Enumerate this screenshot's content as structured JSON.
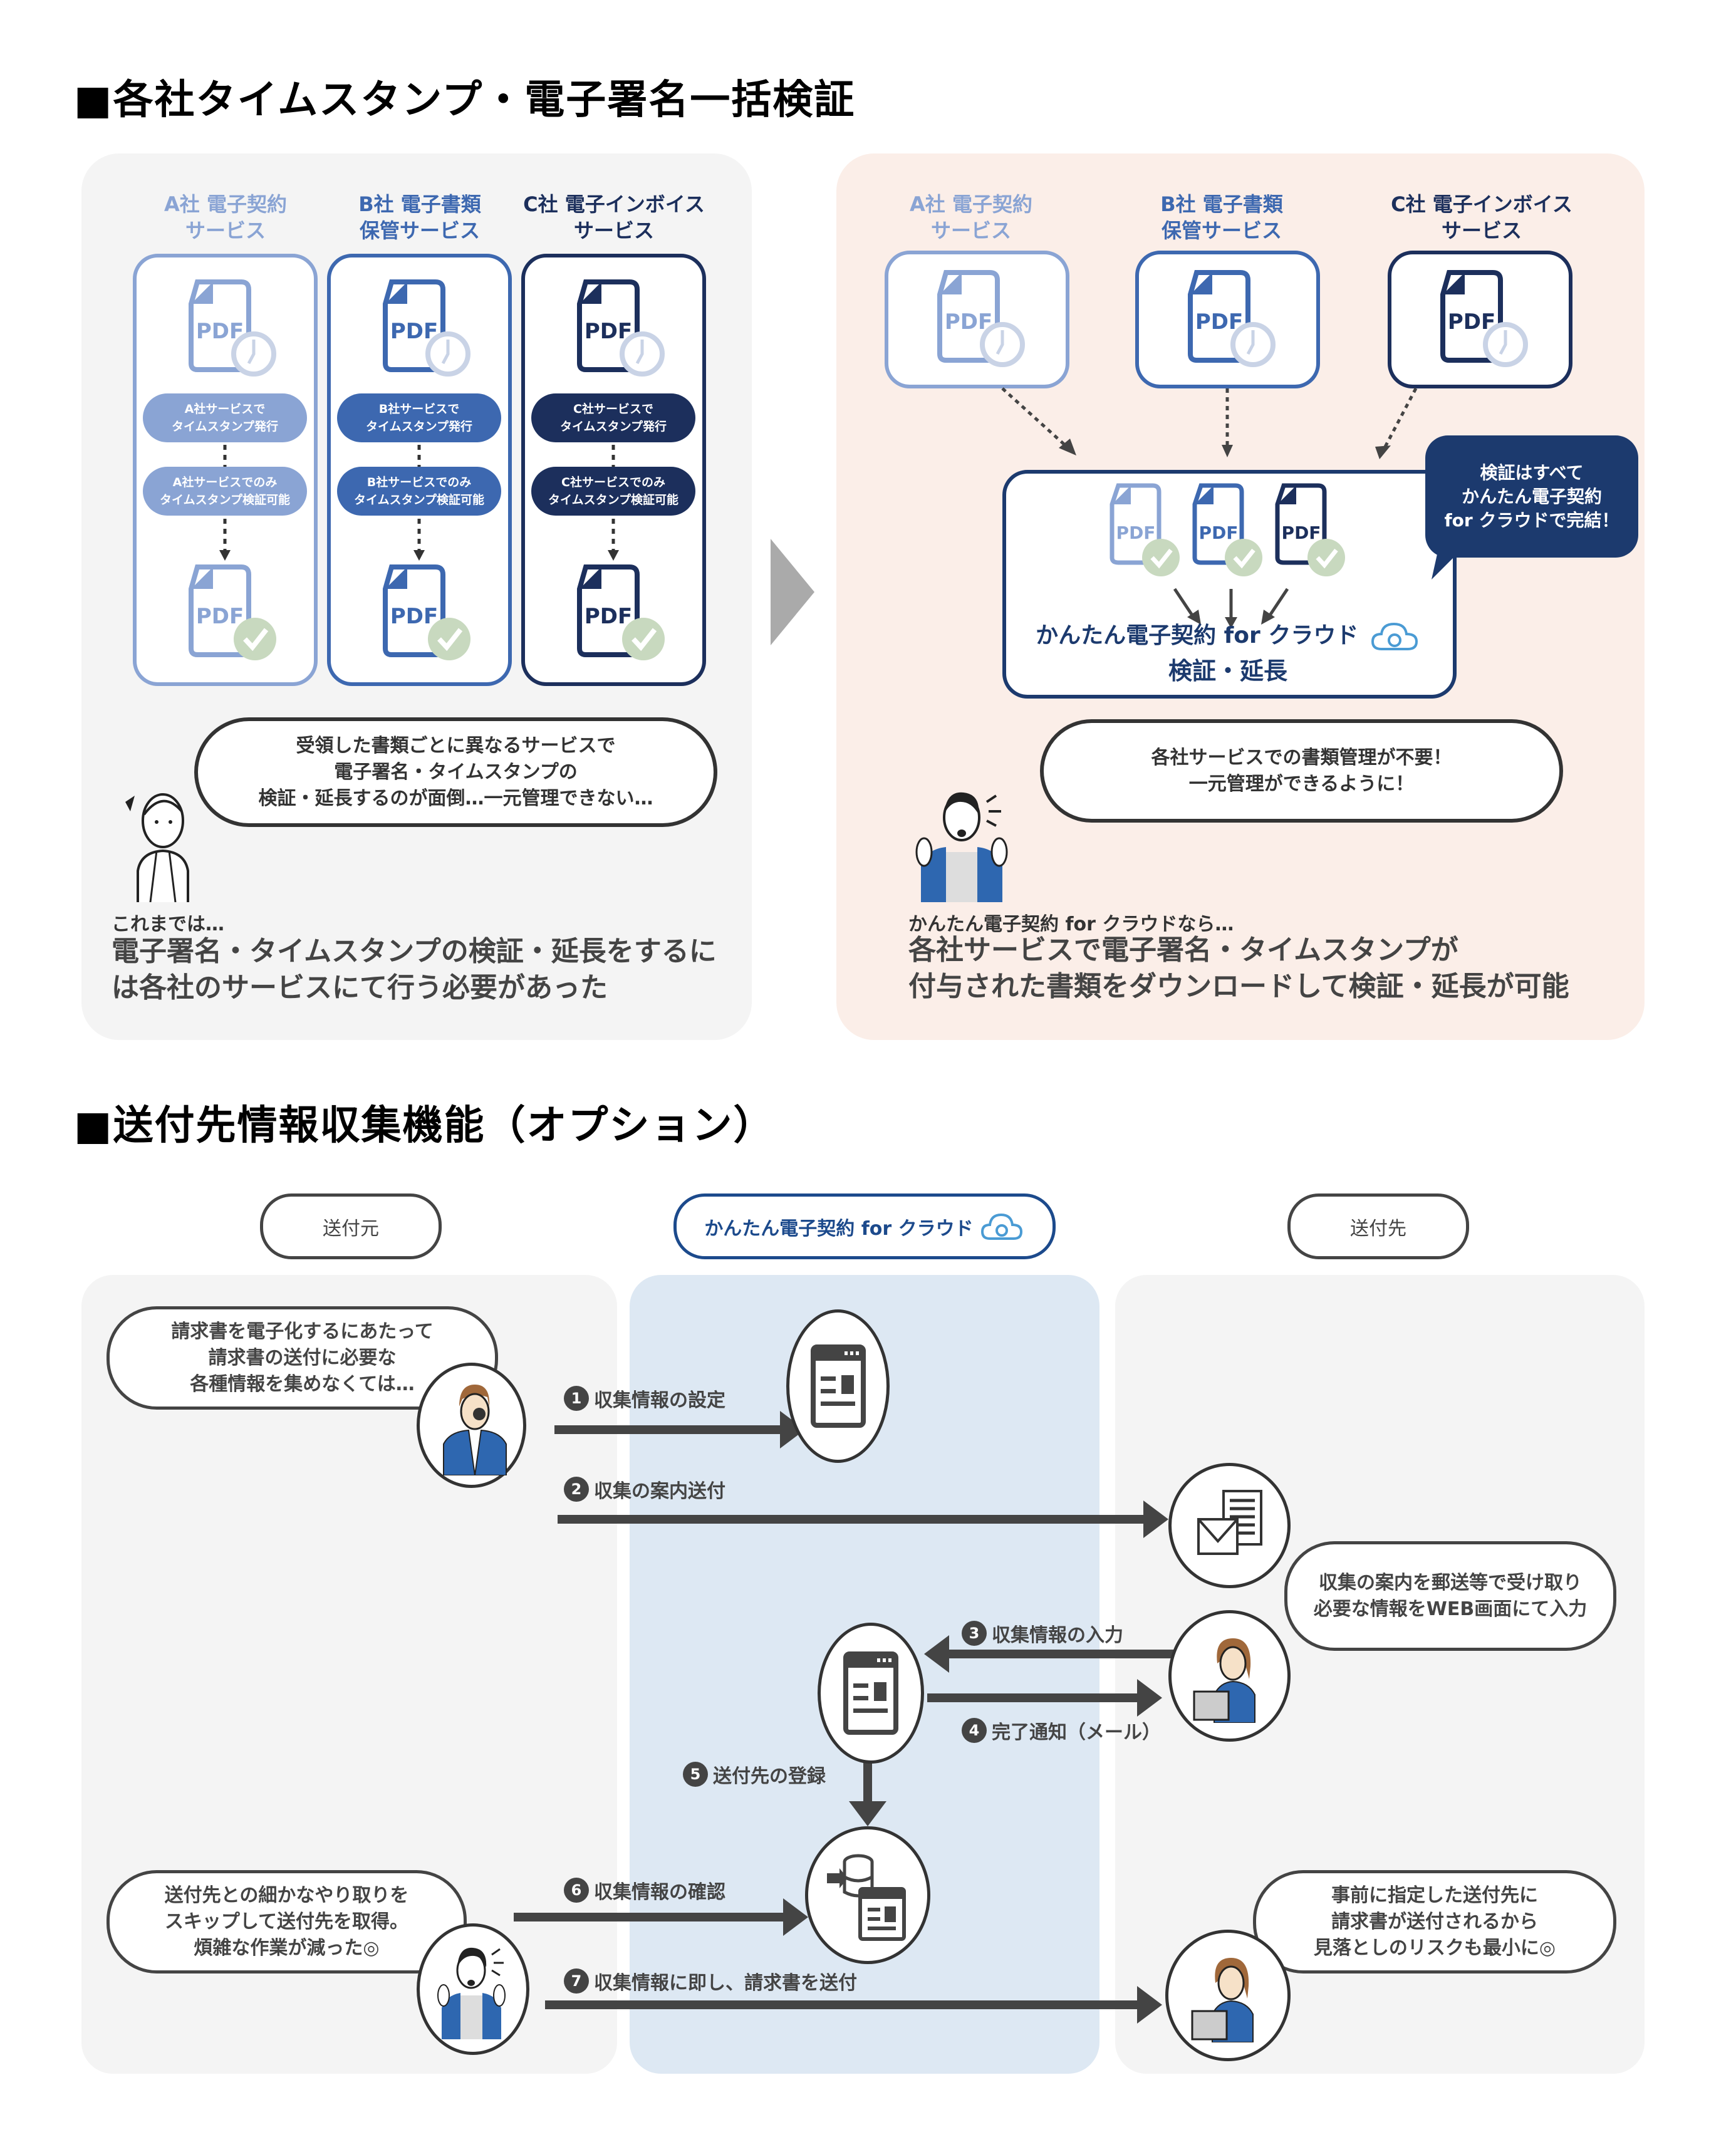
{
  "section1": {
    "title": "■各社タイムスタンプ・電子署名一括検証",
    "before": {
      "services": [
        {
          "name": "A社 電子契約\nサービス",
          "color": "#8aa4d4",
          "issue": "A社サービスで\nタイムスタンプ発行",
          "verify": "A社サービスでのみ\nタイムスタンプ検証可能"
        },
        {
          "name": "B社 電子書類\n保管サービス",
          "color": "#3d68b0",
          "issue": "B社サービスで\nタイムスタンプ発行",
          "verify": "B社サービスでのみ\nタイムスタンプ検証可能"
        },
        {
          "name": "C社 電子インボイス\nサービス",
          "color": "#1c2f5c",
          "issue": "C社サービスで\nタイムスタンプ発行",
          "verify": "C社サービスでのみ\nタイムスタンプ検証可能"
        }
      ],
      "bubble": "受領した書類ごとに異なるサービスで\n電子署名・タイムスタンプの\n検証・延長するのが面倒…一元管理できない…",
      "caption_small": "これまでは…",
      "caption_big": "電子署名・タイムスタンプの検証・延長をするに\nは各社のサービスにて行う必要があった"
    },
    "after": {
      "services": [
        {
          "name": "A社 電子契約\nサービス",
          "color": "#8aa4d4"
        },
        {
          "name": "B社 電子書類\n保管サービス",
          "color": "#3d68b0"
        },
        {
          "name": "C社 電子インボイス\nサービス",
          "color": "#1c2f5c"
        }
      ],
      "product_name": "かんたん電子契約 for クラウド",
      "product_action": "検証・延長",
      "callout": "検証はすべて\nかんたん電子契約\nfor クラウドで完結！",
      "bubble": "各社サービスでの書類管理が不要！\n一元管理ができるように！",
      "caption_small": "かんたん電子契約 for クラウドなら…",
      "caption_big": "各社サービスで電子署名・タイムスタンプが\n付与された書類をダウンロードして検証・延長が可能"
    },
    "pdf_label": "PDF"
  },
  "section2": {
    "title": "■送付先情報収集機能（オプション）",
    "columns": {
      "sender": "送付元",
      "service": "かんたん電子契約 for クラウド",
      "recipient": "送付先"
    },
    "bubbles": {
      "sender_top": "請求書を電子化するにあたって\n請求書の送付に必要な\n各種情報を集めなくては…",
      "recipient_mid": "収集の案内を郵送等で受け取り\n必要な情報をWEB画面にて入力",
      "sender_bottom": "送付先との細かなやり取りを\nスキップして送付先を取得。\n煩雑な作業が減った◎",
      "recipient_bottom": "事前に指定した送付先に\n請求書が送付されるから\n見落としのリスクも最小に◎"
    },
    "steps": [
      {
        "num": "1",
        "label": "収集情報の設定"
      },
      {
        "num": "2",
        "label": "収集の案内送付"
      },
      {
        "num": "3",
        "label": "収集情報の入力"
      },
      {
        "num": "4",
        "label": "完了通知（メール）"
      },
      {
        "num": "5",
        "label": "送付先の登録"
      },
      {
        "num": "6",
        "label": "収集情報の確認"
      },
      {
        "num": "7",
        "label": "収集情報に即し、請求書を送付"
      }
    ]
  },
  "colors": {
    "before_panel": "#f4f4f4",
    "after_panel": "#fbeee8",
    "service_panel": "#dde8f3",
    "navy": "#1c3a6e",
    "check_green": "#c8d9bf"
  }
}
